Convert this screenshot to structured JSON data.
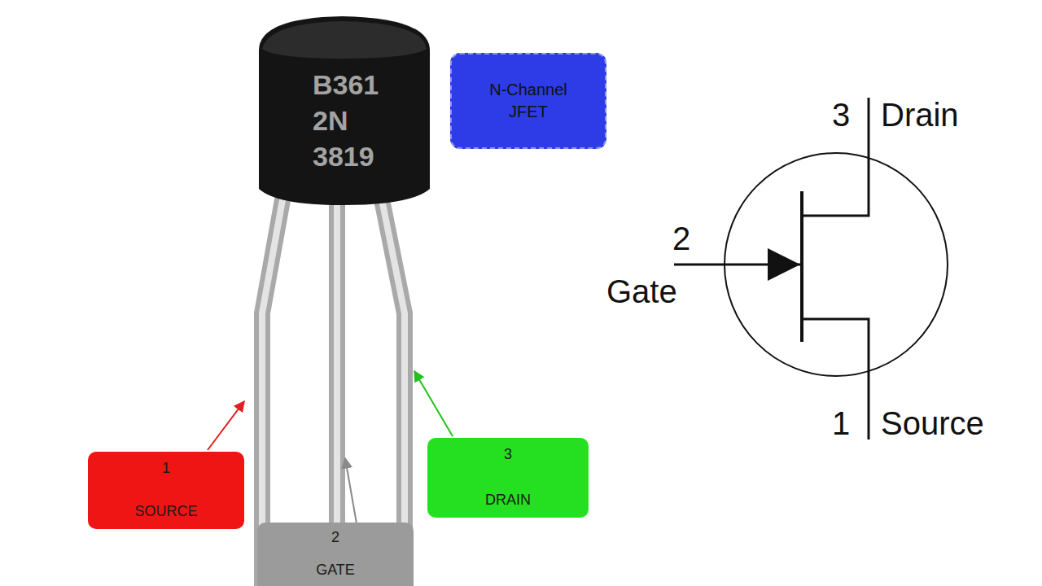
{
  "diagram": {
    "nodes": [
      {
        "text": [
          "B361",
          "2N",
          "3819"
        ]
      },
      {
        "text": [
          "N-Channel JFET"
        ]
      },
      {
        "text": [
          "1",
          "SOURCE"
        ]
      },
      {
        "text": [
          "2",
          "GATE"
        ]
      },
      {
        "text": [
          "3",
          "DRAIN"
        ]
      }
    ],
    "labels": [
      "3",
      "Drain",
      "2",
      "Gate",
      "1",
      "Source"
    ]
  }
}
